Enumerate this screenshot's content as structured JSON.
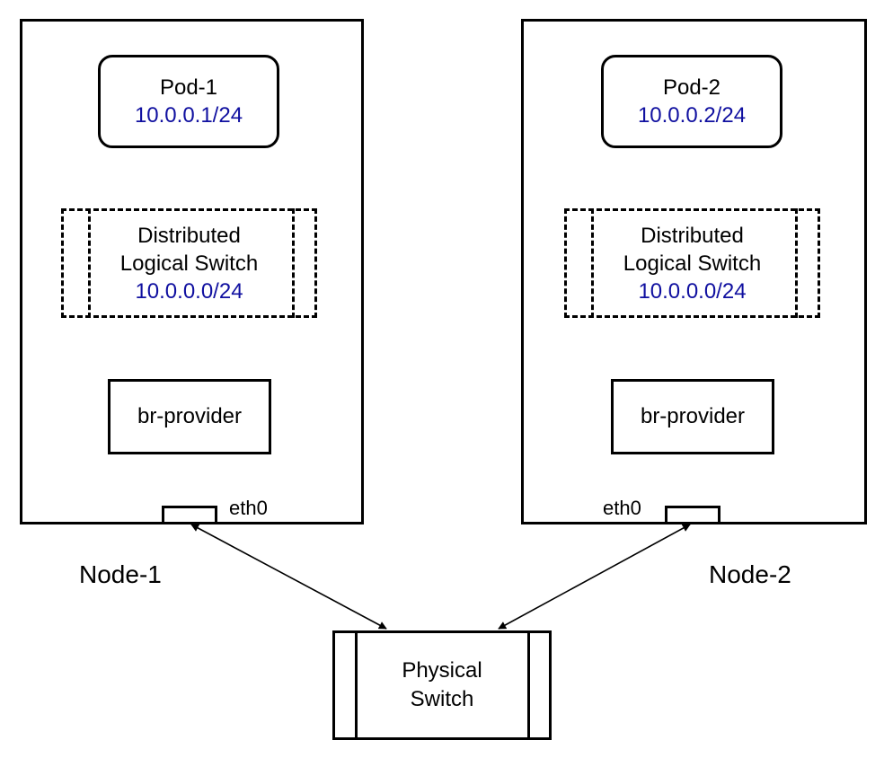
{
  "nodes": [
    {
      "name": "Node-1",
      "pod": {
        "name": "Pod-1",
        "cidr": "10.0.0.1/24"
      },
      "switch": {
        "line1": "Distributed",
        "line2": "Logical Switch",
        "cidr": "10.0.0.0/24"
      },
      "bridge": "br-provider",
      "port": "eth0"
    },
    {
      "name": "Node-2",
      "pod": {
        "name": "Pod-2",
        "cidr": "10.0.0.2/24"
      },
      "switch": {
        "line1": "Distributed",
        "line2": "Logical Switch",
        "cidr": "10.0.0.0/24"
      },
      "bridge": "br-provider",
      "port": "eth0"
    }
  ],
  "physical_switch": {
    "line1": "Physical",
    "line2": "Switch"
  }
}
